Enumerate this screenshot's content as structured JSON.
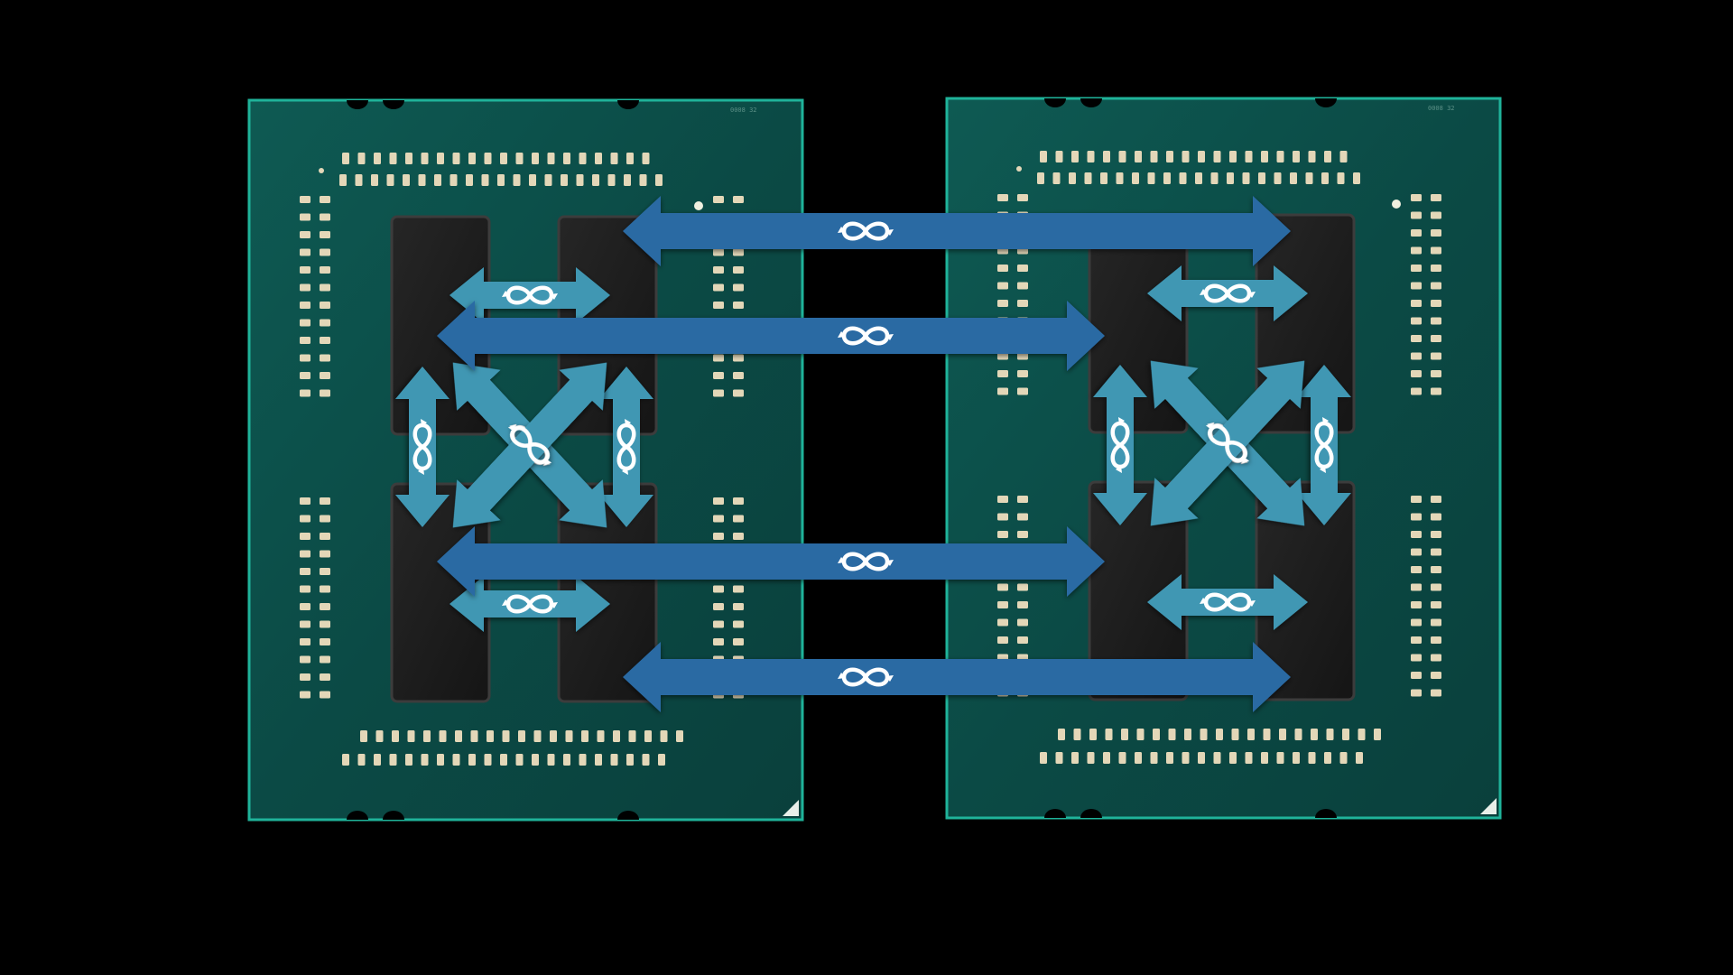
{
  "diagram": {
    "background_color": "#000000",
    "colors": {
      "substrate": "#0b4a45",
      "substrate_edge": "#1fb39a",
      "die": "#1b1b1b",
      "die_edge": "#3c3c3c",
      "pad": "#e3d7b8",
      "intra_link": "#3f97b3",
      "inter_link": "#2a6aa3",
      "link_symbol": "#ffffff"
    },
    "packages": [
      {
        "name": "package-left",
        "cap_label": "0008 32",
        "dies": 4
      },
      {
        "name": "package-right",
        "cap_label": "0008 32",
        "dies": 4
      }
    ],
    "link_icon": "infinity-fabric-icon",
    "intra_package_link_count": 6,
    "inter_package_link_count": 4
  }
}
